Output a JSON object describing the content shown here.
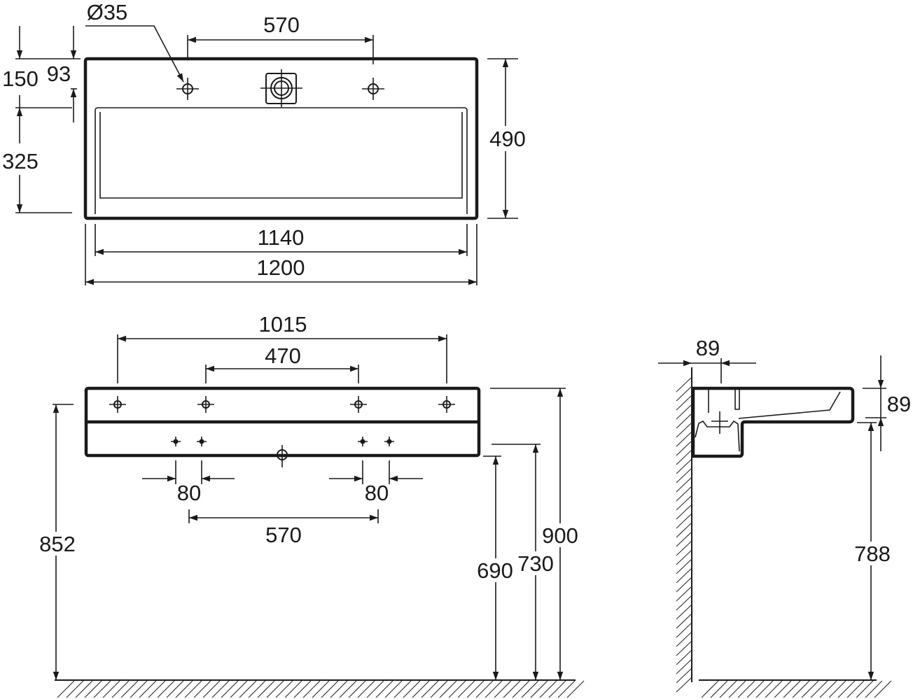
{
  "drawing": {
    "top_view": {
      "hole_diameter": "Ø35",
      "tap_hole_spacing": "570",
      "dim_150": "150",
      "dim_93": "93",
      "dim_325": "325",
      "depth": "490",
      "inner_width": "1140",
      "outer_width": "1200"
    },
    "front_view": {
      "bracket_span": "1015",
      "inner_bracket_span": "470",
      "fix_left": "80",
      "fix_right": "80",
      "fix_span": "570",
      "height_852": "852",
      "height_690": "690",
      "height_730": "730",
      "height_900": "900"
    },
    "side_view": {
      "wall_offset": "89",
      "basin_depth": "89",
      "height_788": "788"
    }
  }
}
